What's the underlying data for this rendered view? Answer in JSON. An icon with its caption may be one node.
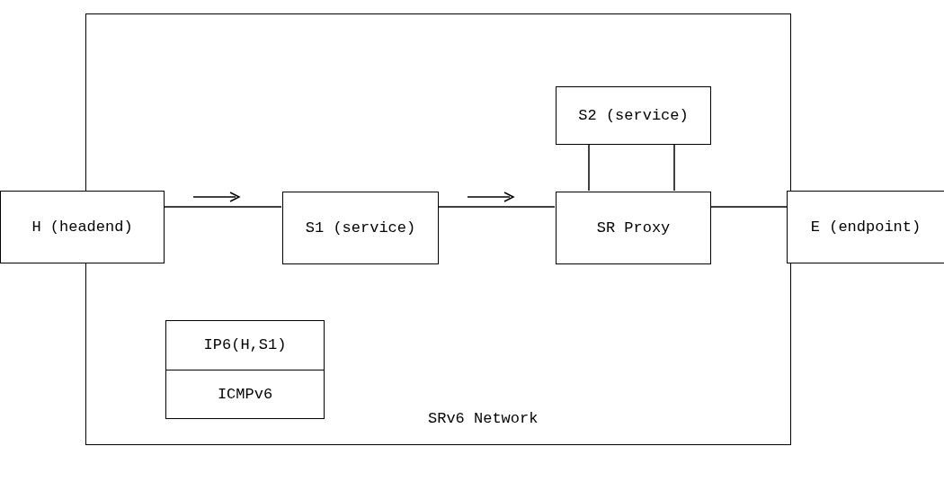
{
  "diagram": {
    "nodes": [
      {
        "text": [
          "SRv6 Network"
        ]
      },
      {
        "text": [
          "H (headend)"
        ]
      },
      {
        "text": [
          "S1 (service)"
        ],
        "in": 0
      },
      {
        "text": [
          "S2 (service)"
        ],
        "in": 0
      },
      {
        "text": [
          "SR Proxy"
        ],
        "in": 0
      },
      {
        "text": [
          "E (endpoint)"
        ]
      },
      {
        "text": [
          "IP6(H,S1)",
          "ICMPv6"
        ],
        "in": 0
      }
    ],
    "edges": [
      {
        "from": 1,
        "to": 2,
        "arrow": "none"
      },
      {
        "from": 2,
        "to": 4,
        "arrow": "none"
      },
      {
        "from": 4,
        "to": 5,
        "arrow": "none"
      },
      {
        "from": 3,
        "to": 4,
        "arrow": "none"
      },
      {
        "from": 3,
        "to": 4,
        "arrow": "none"
      }
    ]
  }
}
